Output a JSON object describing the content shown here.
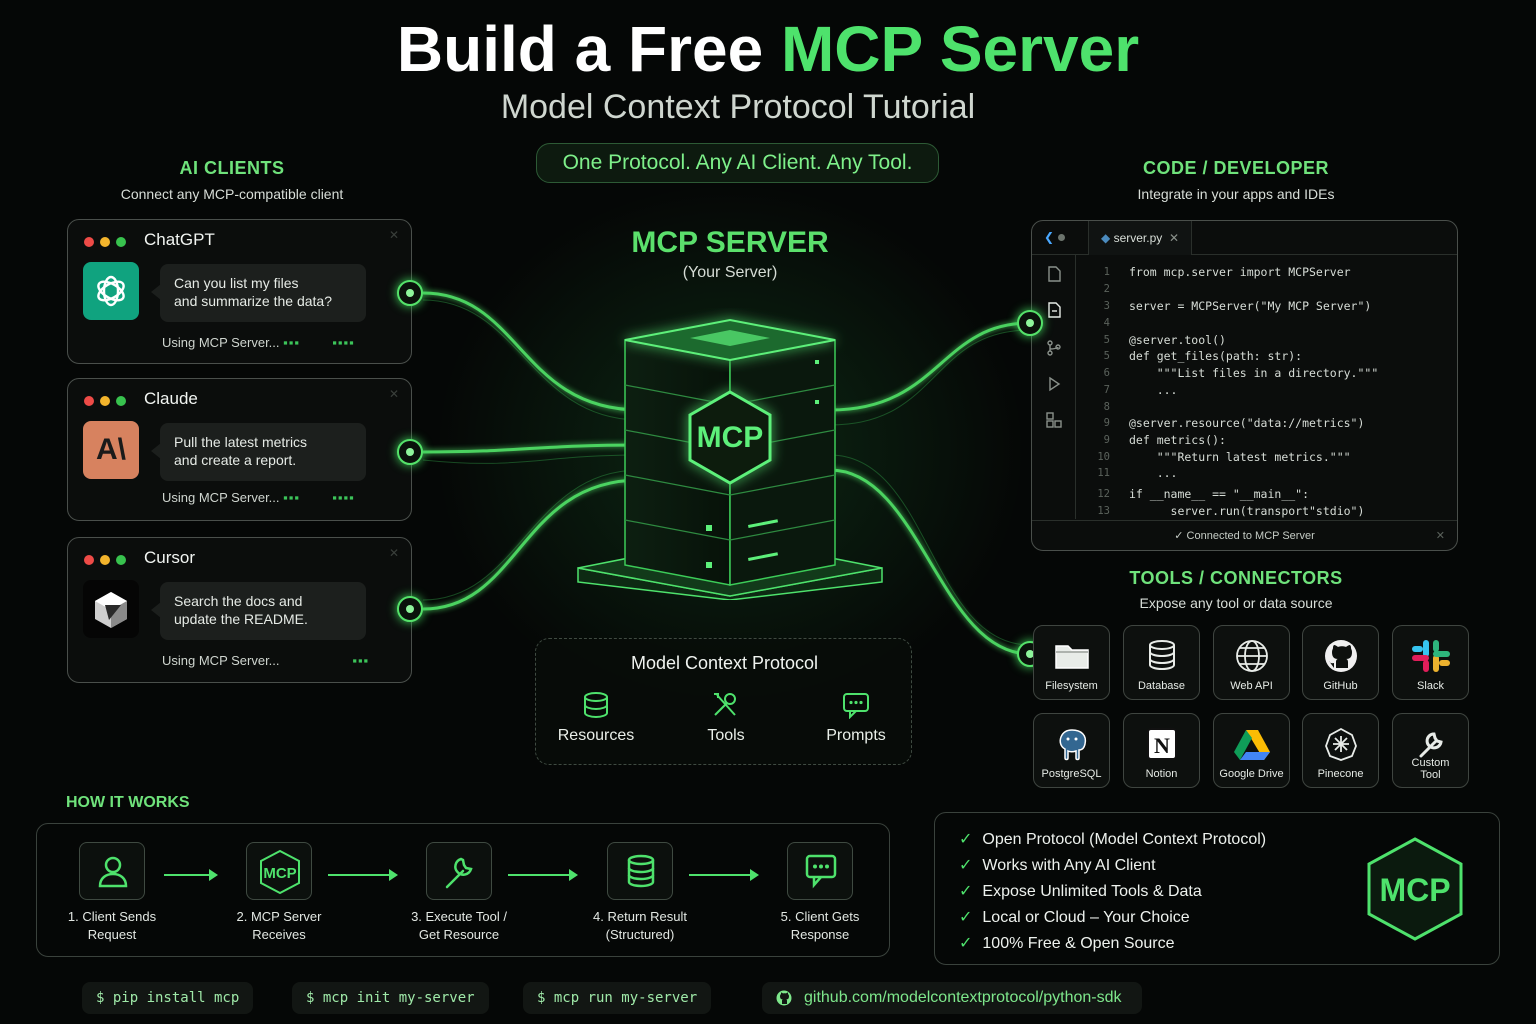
{
  "header": {
    "title_part1": "Build a Free ",
    "title_accent": "MCP Server",
    "subtitle": "Model Context Protocol Tutorial",
    "tagline": "One Protocol. Any AI Client. Any Tool."
  },
  "clients_section": {
    "title": "AI  CLIENTS",
    "subtitle": "Connect any MCP-compatible client",
    "clients": [
      {
        "name": "ChatGPT",
        "message_line1": "Can you list my files",
        "message_line2": "and summarize the data?",
        "status": "Using MCP Server...",
        "logo_icon": "openai-icon"
      },
      {
        "name": "Claude",
        "message_line1": "Pull the latest metrics",
        "message_line2": "and create a report.",
        "status": "Using MCP Server...",
        "logo_icon": "anthropic-icon",
        "logo_text": "A\\"
      },
      {
        "name": "Cursor",
        "message_line1": "Search the docs and",
        "message_line2": "update the README.",
        "status": "Using MCP Server...",
        "logo_icon": "cursor-icon"
      }
    ]
  },
  "server": {
    "title": "MCP SERVER",
    "subtitle": "(Your Server)",
    "badge": "MCP"
  },
  "protocol": {
    "title": "Model Context Protocol",
    "items": [
      {
        "label": "Resources",
        "icon": "database-icon"
      },
      {
        "label": "Tools",
        "icon": "tools-icon"
      },
      {
        "label": "Prompts",
        "icon": "chat-icon"
      }
    ]
  },
  "code_section": {
    "title": "CODE / DEVELOPER",
    "subtitle": "Integrate in your apps and IDEs",
    "filename": "server.py",
    "status": "✓ Connected to MCP Server",
    "lines": [
      {
        "n": "1",
        "code": "from mcp.server import MCPServer"
      },
      {
        "n": "2",
        "code": ""
      },
      {
        "n": "3",
        "code": "server = MCPServer(\"My MCP Server\")"
      },
      {
        "n": "4",
        "code": ""
      },
      {
        "n": "5",
        "code": "@server.tool()"
      },
      {
        "n": "5",
        "code": "def get_files(path: str):"
      },
      {
        "n": "6",
        "code": "    \"\"\"List files in a directory.\"\"\""
      },
      {
        "n": "7",
        "code": "    ..."
      },
      {
        "n": "8",
        "code": ""
      },
      {
        "n": "9",
        "code": "@server.resource(\"data://metrics\")"
      },
      {
        "n": "9",
        "code": "def metrics():"
      },
      {
        "n": "10",
        "code": "    \"\"\"Return latest metrics.\"\"\""
      },
      {
        "n": "11",
        "code": "    ..."
      },
      {
        "n": "12",
        "code": "if __name__ == \"__main__\":"
      },
      {
        "n": "13",
        "code": "      server.run(transport\"stdio\")"
      }
    ]
  },
  "tools_section": {
    "title": "TOOLS / CONNECTORS",
    "subtitle": "Expose any tool or data source",
    "tools": [
      {
        "label": "Filesystem",
        "icon": "folder-icon"
      },
      {
        "label": "Database",
        "icon": "database-icon"
      },
      {
        "label": "Web API",
        "icon": "globe-icon"
      },
      {
        "label": "GitHub",
        "icon": "github-icon"
      },
      {
        "label": "Slack",
        "icon": "slack-icon"
      },
      {
        "label": "PostgreSQL",
        "icon": "postgresql-icon"
      },
      {
        "label": "Notion",
        "icon": "notion-icon"
      },
      {
        "label": "Google Drive",
        "icon": "google-drive-icon"
      },
      {
        "label": "Pinecone",
        "icon": "pinecone-icon"
      },
      {
        "label": "Custom Tool",
        "label_line1": "Custom",
        "label_line2": "Tool",
        "icon": "wrench-icon"
      }
    ]
  },
  "how_it_works": {
    "title": "HOW IT WORKS",
    "steps": [
      {
        "line1": "1. Client Sends",
        "line2": "Request",
        "icon": "user-icon"
      },
      {
        "line1": "2. MCP Server",
        "line2": "Receives",
        "icon": "mcp-hex-icon",
        "icon_text": "MCP"
      },
      {
        "line1": "3. Execute Tool /",
        "line2": "Get Resource",
        "icon": "wrench-icon"
      },
      {
        "line1": "4. Return Result",
        "line2": "(Structured)",
        "icon": "database-icon"
      },
      {
        "line1": "5. Client Gets",
        "line2": "Response",
        "icon": "chat-icon"
      }
    ]
  },
  "features": {
    "items": [
      "Open Protocol (Model Context Protocol)",
      "Works with Any AI Client",
      "Expose Unlimited Tools & Data",
      "Local or Cloud – Your Choice",
      "100% Free & Open Source"
    ],
    "badge": "MCP"
  },
  "commands": [
    "$ pip install mcp",
    "$ mcp init my-server",
    "$ mcp run my-server"
  ],
  "repo_link": "github.com/modelcontextprotocol/python-sdk",
  "colors": {
    "accent": "#4ee26c",
    "background": "#050706",
    "card_border": "#4a4f4b"
  }
}
